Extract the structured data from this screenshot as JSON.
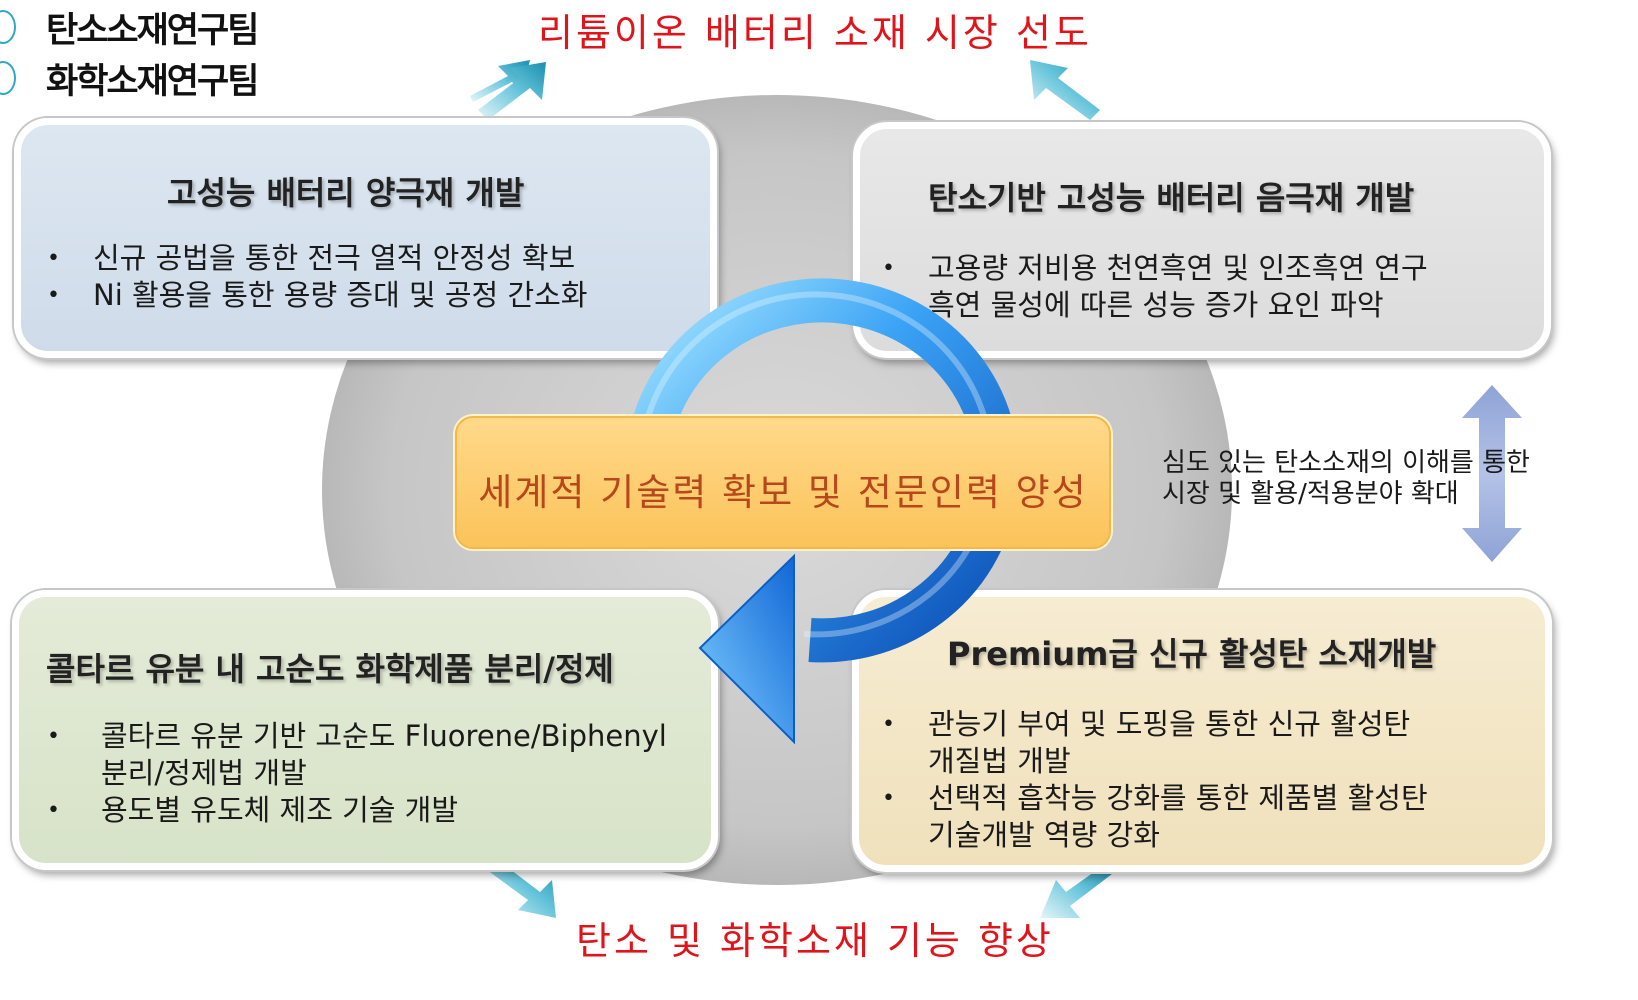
{
  "teams": [
    "탄소소재연구팀",
    "화학소재연구팀"
  ],
  "goals": {
    "top": "리튬이온 배터리 소재 시장 선도",
    "bottom": "탄소 및 화학소재 기능 향상"
  },
  "center": "세계적 기술력 확보 및 전문인력 양성",
  "boxes": {
    "top_left": {
      "title": "고성능 배터리 양극재 개발",
      "bullets": [
        "신규 공법을 통한 전극 열적 안정성 확보",
        "Ni 활용을 통한 용량 증대 및 공정 간소화"
      ]
    },
    "top_right": {
      "title": "탄소기반 고성능 배터리 음극재 개발",
      "bullets": [
        "고용량 저비용 천연흑연 및 인조흑연 연구",
        "흑연 물성에 따른 성능 증가 요인 파악"
      ]
    },
    "bottom_left": {
      "title": "콜타르 유분 내 고순도 화학제품 분리/정제",
      "bullets": [
        "콜타르 유분 기반 고순도 Fluorene/Biphenyl",
        "분리/정제법 개발",
        "용도별 유도체 제조 기술 개발"
      ]
    },
    "bottom_right": {
      "title": "Premium급 신규 활성탄 소재개발",
      "bullets": [
        "관능기 부여 및 도핑을 통한 신규 활성탄",
        "개질법 개발",
        "선택적 흡착능 강화를 통한 제품별 활성탄",
        "기술개발 역량 강화"
      ]
    }
  },
  "side_note": [
    "심도 있는 탄소소재의 이해를 통한",
    "시장 및 활용/적용분야 확대"
  ],
  "colors": {
    "goal_red": "#e0151b",
    "arrow_blue": "#1f7fe0",
    "teal_arrow": "#29a3bf",
    "double_arrow": "#9fb0d9"
  }
}
